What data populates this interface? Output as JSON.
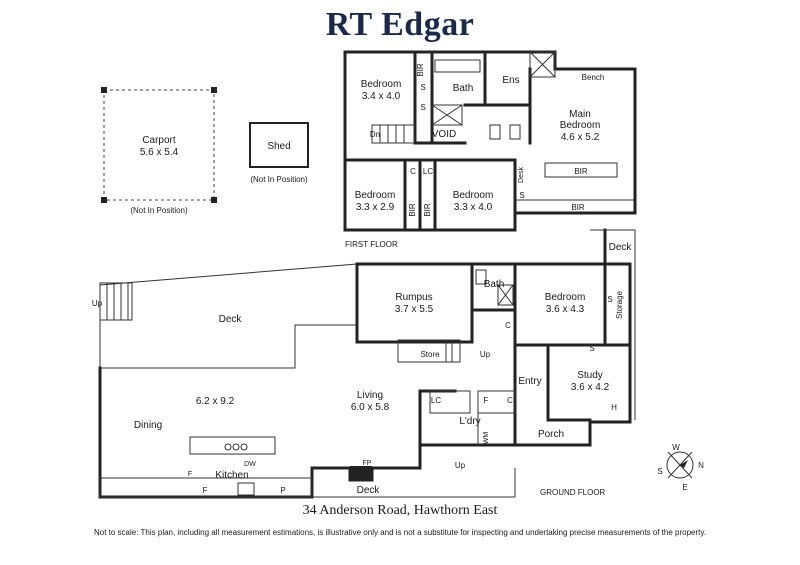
{
  "brand": "RT Edgar",
  "address": "34 Anderson Road, Hawthorn East",
  "disclaimer": "Not to scale: This plan, including all measurement estimations, is illustrative only and is not a substitute for inspecting and undertaking precise measurements of the property.",
  "levels": {
    "first": "FIRST FLOOR",
    "ground": "GROUND FLOOR"
  },
  "carport": {
    "name": "Carport",
    "dims": "5.6 x 5.4",
    "note": "(Not In Position)"
  },
  "shed": {
    "name": "Shed",
    "note": "(Not In Position)"
  },
  "first_floor": {
    "bed1": {
      "name": "Bedroom",
      "dims": "3.4 x 4.0"
    },
    "bath": "Bath",
    "ens": "Ens",
    "bench": "Bench",
    "main": {
      "name1": "Main",
      "name2": "Bedroom",
      "dims": "4.6 x 5.2"
    },
    "bir": "BIR",
    "s": "S",
    "dn": "Dn",
    "void": "VOID",
    "bed2": {
      "name": "Bedroom",
      "dims": "3.3 x 2.9"
    },
    "bed3": {
      "name": "Bedroom",
      "dims": "3.3 x 4.0"
    },
    "c": "C",
    "lc": "LC",
    "desk": "Desk"
  },
  "ground_floor": {
    "deck_top": "Deck",
    "up": "Up",
    "rumpus": {
      "name": "Rumpus",
      "dims": "3.7 x 5.5"
    },
    "bath": "Bath",
    "bedroom": {
      "name": "Bedroom",
      "dims": "3.6 x 4.3"
    },
    "storage": "Storage",
    "s": "S",
    "c": "C",
    "store": "Store",
    "entry": "Entry",
    "study": {
      "name": "Study",
      "dims": "3.6 x 4.2"
    },
    "h": "H",
    "dining_dims": "6.2 x 9.2",
    "dining": "Dining",
    "living": {
      "name": "Living",
      "dims": "6.0 x 5.8"
    },
    "lc": "LC",
    "f": "F",
    "ldry": "L'dry",
    "wm": "WM",
    "porch": "Porch",
    "dw": "DW",
    "kitchen": "Kitchen",
    "p": "P",
    "fp": "FP",
    "deck_bottom": "Deck"
  },
  "compass": {
    "n": "N",
    "e": "E",
    "s": "S",
    "w": "W"
  }
}
